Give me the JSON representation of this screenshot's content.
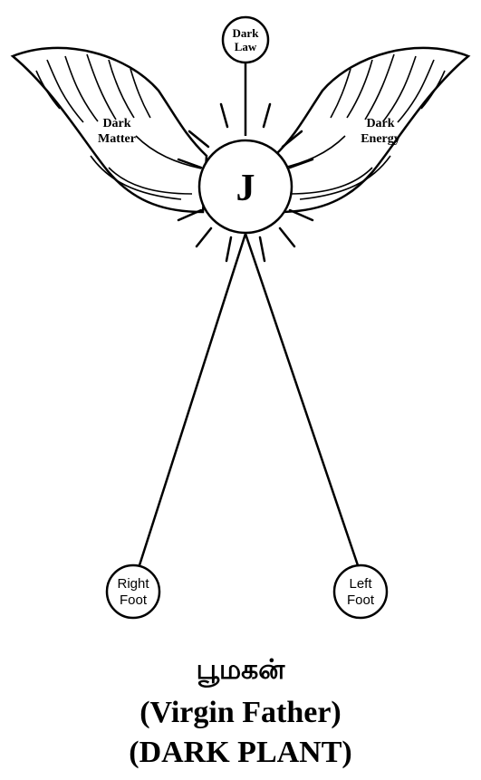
{
  "diagram": {
    "center": {
      "label": "J"
    },
    "top_node": {
      "line1": "Dark",
      "line2": "Law"
    },
    "left_wing": {
      "line1": "Dark",
      "line2": "Matter"
    },
    "right_wing": {
      "line1": "Dark",
      "line2": "Energy"
    },
    "right_foot": {
      "line1": "Right",
      "line2": "Foot"
    },
    "left_foot": {
      "line1": "Left",
      "line2": "Foot"
    }
  },
  "caption": {
    "tamil": "பூமகன்",
    "line1": "(Virgin Father)",
    "line2": "(DARK PLANT)"
  }
}
